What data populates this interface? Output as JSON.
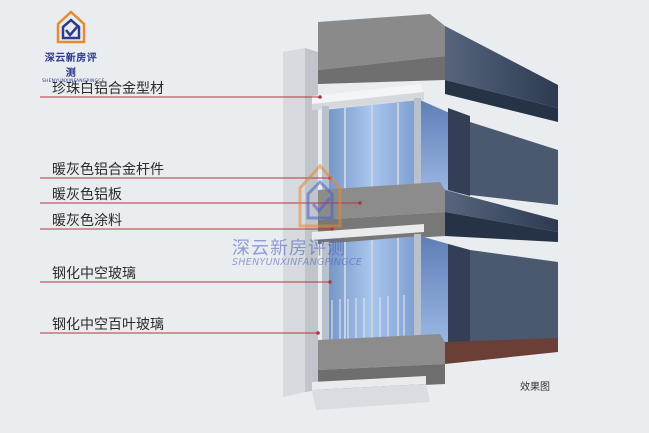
{
  "brand": {
    "name": "深云新房评测",
    "pinyin": "SHENYUNXINFANGPINGCE"
  },
  "callouts": [
    {
      "label": "珍珠白铝合金型材"
    },
    {
      "label": "暖灰色铝合金杆件"
    },
    {
      "label": "暖灰色铝板"
    },
    {
      "label": "暖灰色涂料"
    },
    {
      "label": "钢化中空玻璃"
    },
    {
      "label": "钢化中空百叶玻璃"
    }
  ],
  "caption": "效果图",
  "colors": {
    "leader_line": "#b8323c",
    "slab_dark": "#3f4e67",
    "glass": "#8fb2e0",
    "wall": "#cdd2d7",
    "logo": "#2e3a8c",
    "logo_accent": "#e8892e"
  },
  "icons": [
    "house-logo-icon",
    "house-watermark-icon"
  ]
}
